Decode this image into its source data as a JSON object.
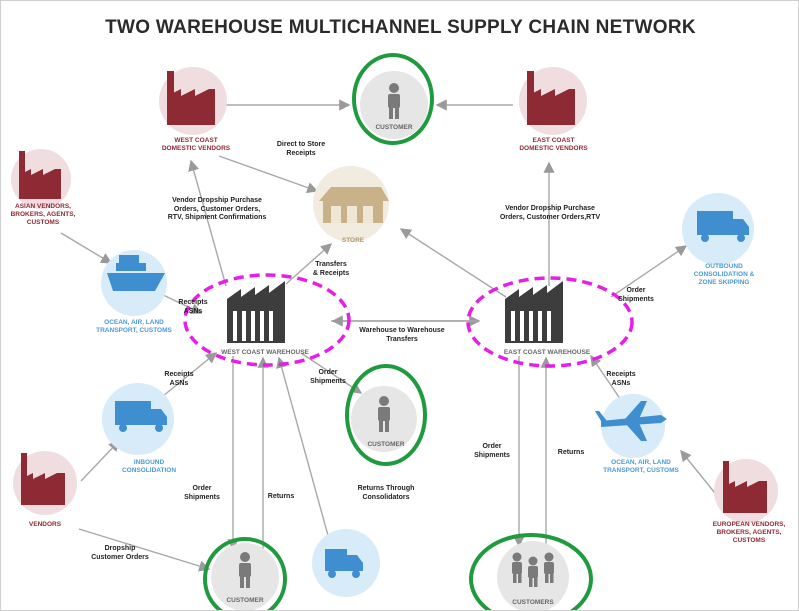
{
  "title": "TWO WAREHOUSE MULTICHANNEL SUPPLY CHAIN NETWORK",
  "nodes": {
    "customer_top": "CUSTOMER",
    "west_vendors": "WEST COAST\nDOMESTIC VENDORS",
    "east_vendors": "EAST COAST\nDOMESTIC VENDORS",
    "asian_vendors": "ASIAN VENDORS,\nBROKERS, AGENTS,\nCUSTOMS",
    "store": "STORE",
    "ocean_west": "OCEAN, AIR, LAND\nTRANSPORT, CUSTOMS",
    "west_wh": "WEST COAST WAREHOUSE",
    "east_wh": "EAST COAST WAREHOUSE",
    "outbound": "OUTBOUND\nCONSOLIDATION &\nZONE SKIPPING",
    "inbound": "INBOUND\nCONSOLIDATION",
    "customer_mid": "CUSTOMER",
    "ocean_east": "OCEAN, AIR, LAND\nTRANSPORT, CUSTOMS",
    "vendors": "VENDORS",
    "european_vendors": "EUROPEAN VENDORS,\nBROKERS, AGENTS,\nCUSTOMS",
    "customer_bottom": "CUSTOMER",
    "customers_bottom": "CUSTOMERS"
  },
  "edges": {
    "direct_to_store": "Direct to Store\nReceipts",
    "vendor_dropship_west": "Vendor Dropship Purchase\nOrders, Customer Orders,\nRTV, Shipment Confirmations",
    "vendor_dropship_east": "Vendor Dropship Purchase\nOrders, Customer Orders,RTV",
    "transfers_receipts": "Transfers\n& Receipts",
    "receipts_asns_top": "Receipts\nASNs",
    "wh_to_wh": "Warehouse to Warehouse\nTransfers",
    "order_shipments_east_top": "Order\nShipments",
    "receipts_asns_left": "Receipts\nASNs",
    "order_shipments_mid": "Order\nShipments",
    "receipts_asns_right": "Receipts\nASNs",
    "order_shipments_west": "Order\nShipments",
    "returns_west": "Returns",
    "returns_consolidators": "Returns Through\nConsolidators",
    "order_shipments_east": "Order\nShipments",
    "returns_east": "Returns",
    "dropship_customer_orders": "Dropship\nCustomer Orders"
  },
  "colors": {
    "vendor_red": "#8e2a33",
    "transport_blue": "#3f8fd0",
    "circle_blue": "#d8ebf8",
    "warehouse_dark": "#3d3d3d",
    "store_gold": "#c9b28a",
    "highlight_green": "#1f9a3e",
    "highlight_magenta": "#e61ee6"
  }
}
